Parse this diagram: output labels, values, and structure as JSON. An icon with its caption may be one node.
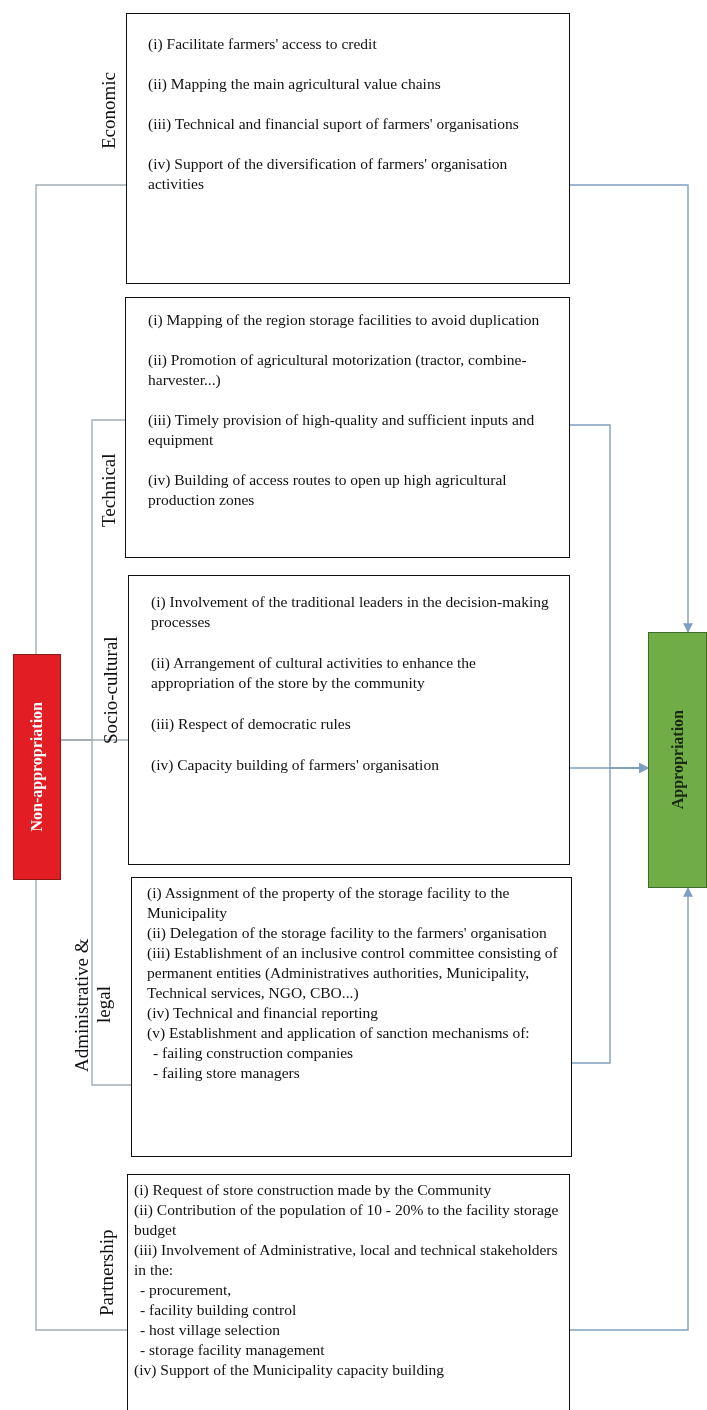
{
  "diagram": {
    "nodes": [
      {
        "text": [
          "Non-appropriation"
        ]
      },
      {
        "text": [
          "Economic",
          "(i) Facilitate farmers' access to credit",
          "(ii) Mapping the main agricultural value chains",
          "(iii) Technical and financial suport of farmers' organisations",
          "(iv) Support of the diversification of farmers' organisation activities"
        ]
      },
      {
        "text": [
          "Technical",
          "(i) Mapping of the region storage facilities to avoid duplication",
          "(ii) Promotion of agricultural motorization (tractor, combine-harvester...)",
          "(iii) Timely provision of high-quality and sufficient inputs and equipment",
          "(iv) Building of access routes to open up high agricultural production zones"
        ]
      },
      {
        "text": [
          "Socio-cultural",
          "(i) Involvement of the traditional leaders in the decision-making processes",
          "(ii) Arrangement of cultural activities to enhance the appropriation of the store by the community",
          "(iii) Respect of democratic rules",
          "(iv) Capacity building of farmers' organisation"
        ]
      },
      {
        "text": [
          "Administrative & legal",
          "(i) Assignment of the property of the storage facility to the Municipality",
          "(ii) Delegation of the storage facility to the farmers' organisation",
          "(iii) Establishment of an inclusive control committee consisting of permanent entities (Administratives authorities, Municipality, Technical services, NGO, CBO...)",
          "(iv) Technical and financial reporting",
          "(v) Establishment and application of sanction mechanisms of:",
          "- failing construction companies",
          "- failing store managers"
        ]
      },
      {
        "text": [
          "Partnership",
          "(i) Request of store construction made by the Community",
          "(ii) Contribution of the population of 10 - 20% to the facility storage budget",
          "(iii) Involvement of Administrative, local and technical stakeholders in the:",
          "- procurement,",
          "- facility building control",
          "- host village selection",
          "- storage facility management",
          "(iv) Support of the Municipality capacity building"
        ]
      },
      {
        "text": [
          "Appropriation"
        ]
      }
    ],
    "edges": [
      {
        "from": 0,
        "to": 1,
        "arrow": "none",
        "color": "#a3adb6"
      },
      {
        "from": 0,
        "to": 2,
        "arrow": "none",
        "color": "#a3adb6"
      },
      {
        "from": 0,
        "to": 3,
        "arrow": "none",
        "color": "#a3adb6"
      },
      {
        "from": 0,
        "to": 4,
        "arrow": "none",
        "color": "#a3adb6"
      },
      {
        "from": 0,
        "to": 5,
        "arrow": "none",
        "color": "#a3adb6"
      },
      {
        "from": 1,
        "to": 6,
        "arrow": "to"
      },
      {
        "from": 2,
        "to": 6,
        "arrow": "to"
      },
      {
        "from": 3,
        "to": 6,
        "arrow": "to"
      },
      {
        "from": 4,
        "to": 6,
        "arrow": "to"
      },
      {
        "from": 5,
        "to": 6,
        "arrow": "to"
      }
    ]
  }
}
